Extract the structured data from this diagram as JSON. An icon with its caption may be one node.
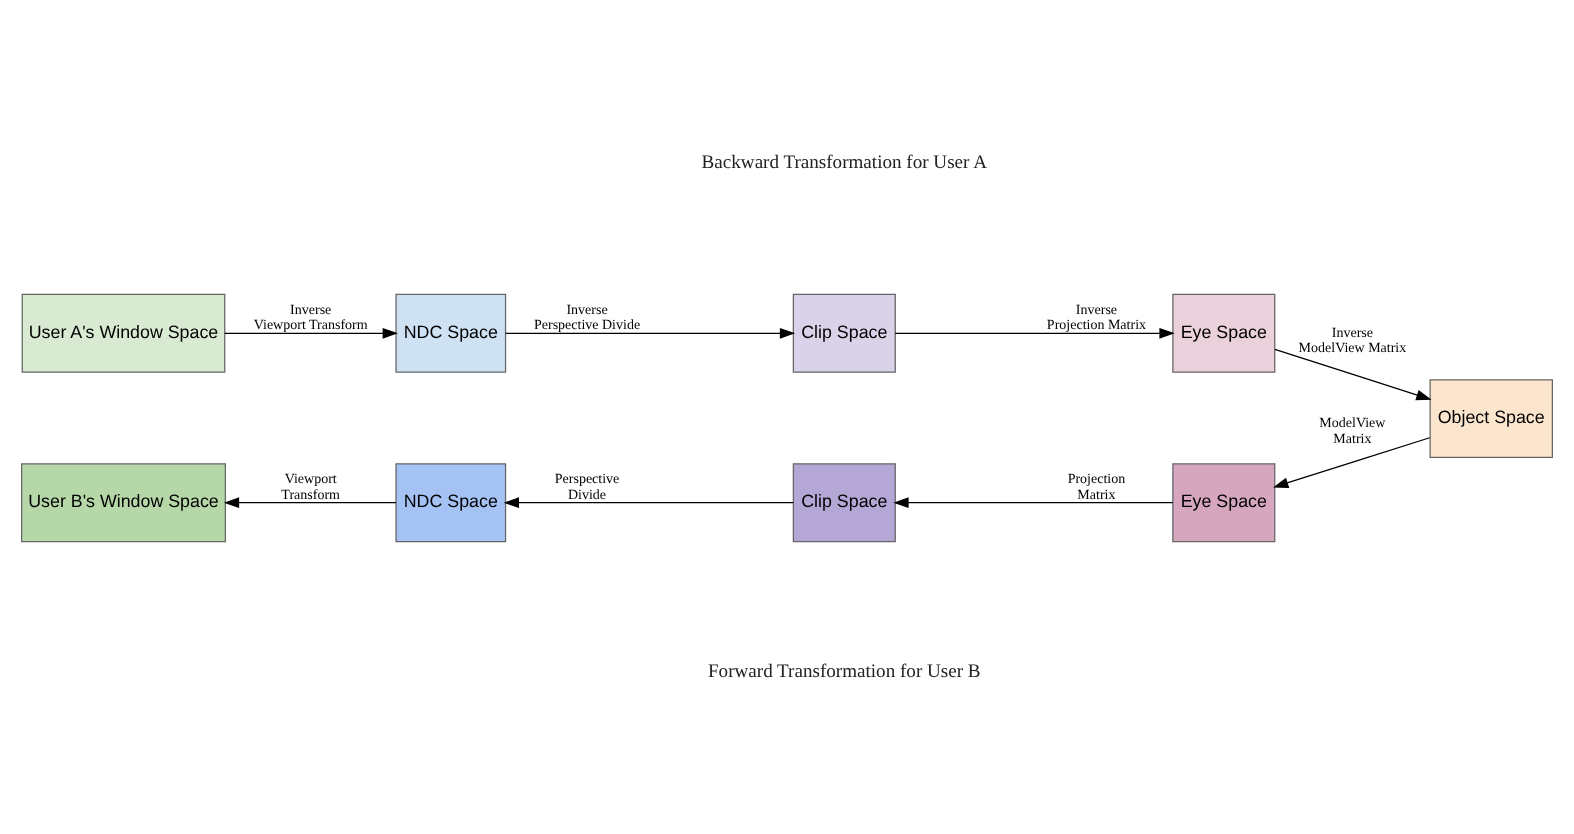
{
  "diagram": {
    "nodes": [
      {
        "text": [
          "User A's Window Space"
        ]
      },
      {
        "text": [
          "NDC Space"
        ]
      },
      {
        "text": [
          "Clip Space"
        ]
      },
      {
        "text": [
          "Eye Space"
        ]
      },
      {
        "text": [
          "Object Space"
        ]
      },
      {
        "text": [
          "Eye Space"
        ]
      },
      {
        "text": [
          "Clip Space"
        ]
      },
      {
        "text": [
          "NDC Space"
        ]
      },
      {
        "text": [
          "User B's Window Space"
        ]
      }
    ],
    "edges": [
      {
        "from": 0,
        "to": 1,
        "arrow": "to",
        "label": "Inverse Viewport Transform"
      },
      {
        "from": 1,
        "to": 2,
        "arrow": "to",
        "label": "Inverse Perspective Divide"
      },
      {
        "from": 2,
        "to": 3,
        "arrow": "to",
        "label": "Inverse Projection Matrix"
      },
      {
        "from": 3,
        "to": 4,
        "arrow": "to",
        "label": "Inverse ModelView Matrix"
      },
      {
        "from": 4,
        "to": 5,
        "arrow": "to",
        "label": "ModelView Matrix"
      },
      {
        "from": 5,
        "to": 6,
        "arrow": "to",
        "label": "Projection Matrix"
      },
      {
        "from": 6,
        "to": 7,
        "arrow": "to",
        "label": "Perspective Divide"
      },
      {
        "from": 7,
        "to": 8,
        "arrow": "to",
        "label": "Viewport Transform"
      }
    ],
    "labels": [
      "Backward Transformation for User A",
      "Forward Transformation for User B"
    ]
  }
}
